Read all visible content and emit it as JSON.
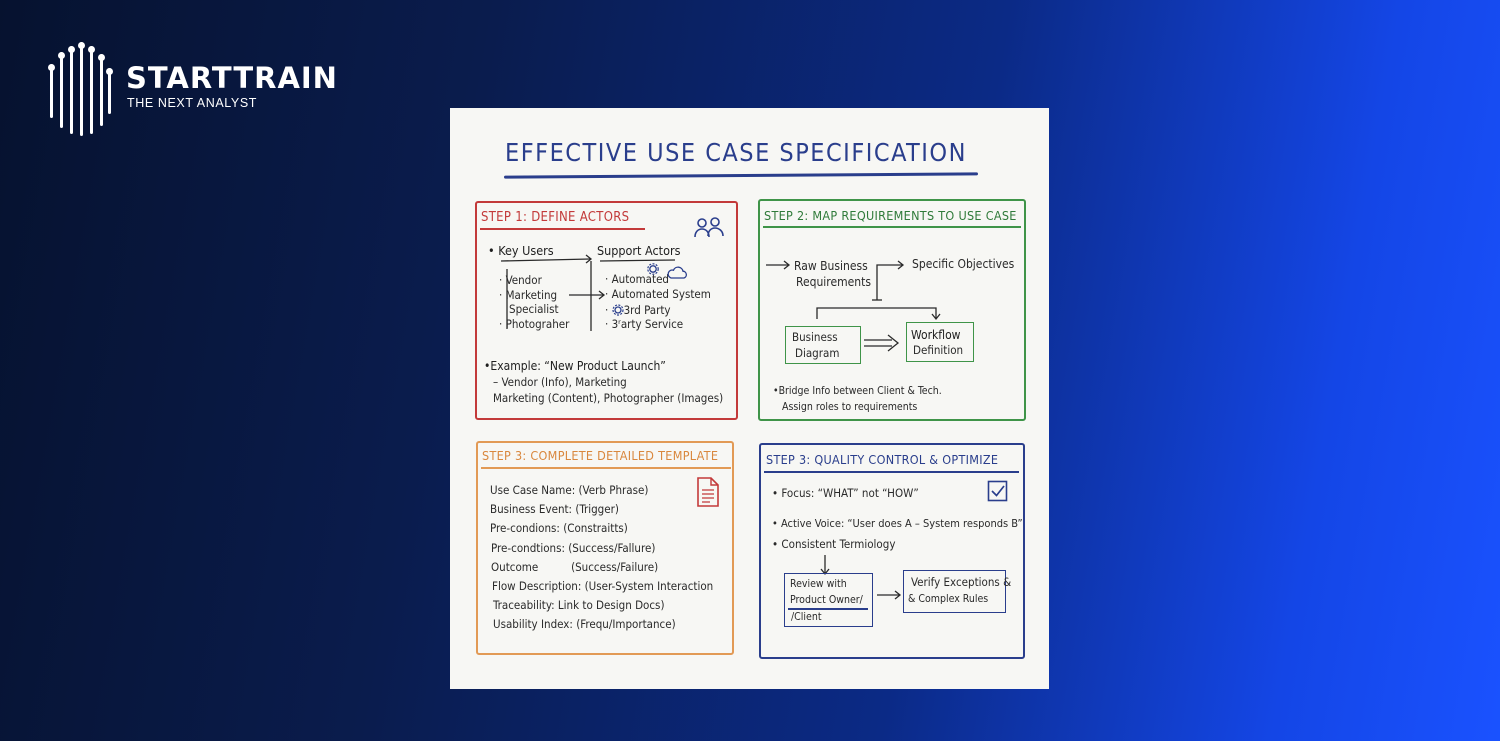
{
  "brand": {
    "name": "STARTTRAIN",
    "tagline": "THE NEXT ANALYST"
  },
  "card": {
    "title": "EFFECTIVE USE CASE SPECIFICATION",
    "step1": {
      "heading": "STEP 1: DEFINE ACTORS",
      "key_users_label": "• Key Users",
      "support_actors_label": "Support Actors",
      "key_users": [
        "Vendor",
        "Marketing",
        "Specialist",
        "Photograher"
      ],
      "support_actors": [
        "Automated",
        "Automated System",
        "3rd Party",
        "3ʳarty Service"
      ],
      "example_line1": "•Example: “New Product Launch”",
      "example_line2": "– Vendor (Info), Marketing",
      "example_line3": "Marketing (Content), Photographer (Images)"
    },
    "step2": {
      "heading": "STEP 2: MAP REQUIREMENTS TO USE CASE",
      "raw_req_line1": "Raw Business",
      "raw_req_line2": "Requirements",
      "specific_objectives": "Specific Objectives",
      "business_diagram_line1": "Business",
      "business_diagram_line2": "Diagram",
      "workflow_line1": "Workflow",
      "workflow_line2": "Definition",
      "bridge_line1": "•Bridge Info between Client & Tech.",
      "bridge_line2": "Assign roles to requirements"
    },
    "step3": {
      "heading": "STEP 3: COMPLETE DETAILED TEMPLATE",
      "items": [
        "Use Case Name: (Verb Phrase)",
        "Business Event: (Trigger)",
        "Pre-condions: (Constraitts)",
        "Pre-condtions:  (Success/Fallure)",
        "Outcome          (Success/Failure)",
        "Flow Description: (User-System Interaction",
        "Traceability:  Link to Design Docs)",
        "Usability Index: (Frequ/Importance)"
      ]
    },
    "step4": {
      "heading": "STEP 3: QUALITY CONTROL & OPTIMIZE",
      "focus": "• Focus: “WHAT” not “HOW”",
      "active_voice": "• Active Voice: “User does A – System responds B”",
      "consistent": "• Consistent Termiology",
      "review_line1": "Review with",
      "review_line2": "Product Owner/",
      "review_line3": "/Client",
      "verify_line1": "Verify Exceptions &",
      "verify_line2": "& Complex Rules"
    }
  },
  "colors": {
    "background_start": "#06122f",
    "background_end": "#1a52ff",
    "card": "#f7f7f4",
    "title": "#2a3e8c",
    "step1": "#c33a3a",
    "step2": "#3f9448",
    "step3": "#e29a55",
    "step4": "#2a3e8c"
  },
  "icons": [
    "users-icon",
    "gear-icon",
    "cloud-icon",
    "document-icon",
    "checkbox-icon"
  ]
}
